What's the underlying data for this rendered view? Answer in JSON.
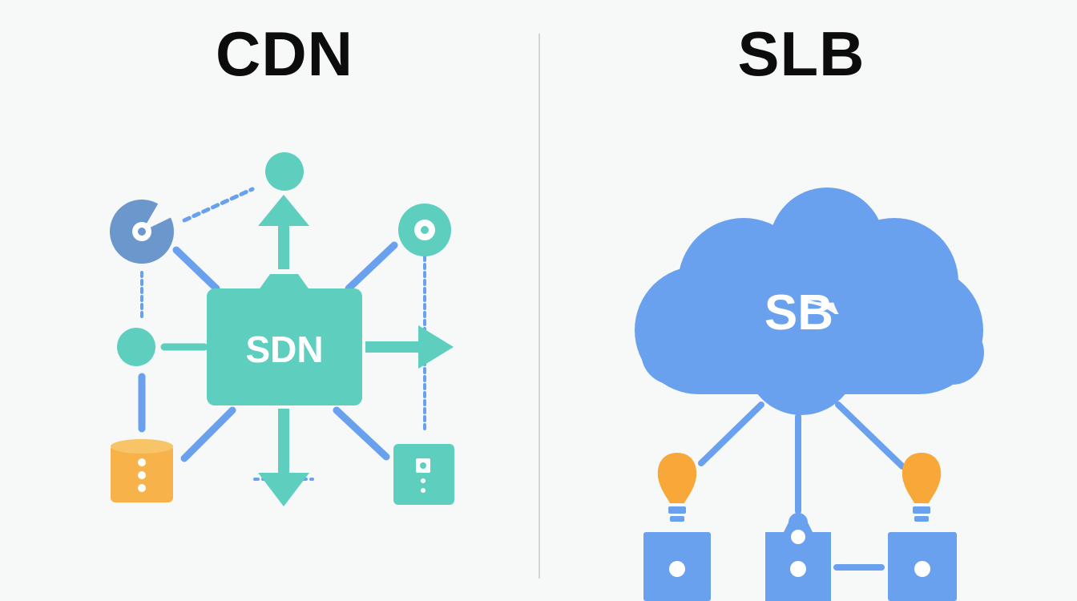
{
  "panels": {
    "left": {
      "title": "CDN",
      "hub_label": "SDN"
    },
    "right": {
      "title": "SLB",
      "cloud_label": "SB"
    }
  },
  "colors": {
    "teal": "#5ecfbf",
    "blue": "#6aa1ee",
    "steel_blue": "#6b97cc",
    "orange": "#f7b24a",
    "divider": "#d4d4d4",
    "background": "#f7f8f8"
  },
  "icons": {
    "left": [
      "hub-node-icon",
      "globe-node-icon",
      "target-node-icon",
      "satellite-node-icon",
      "database-icon",
      "server-icon"
    ],
    "right": [
      "cloud-icon",
      "lightbulb-icon",
      "server-icon"
    ]
  }
}
